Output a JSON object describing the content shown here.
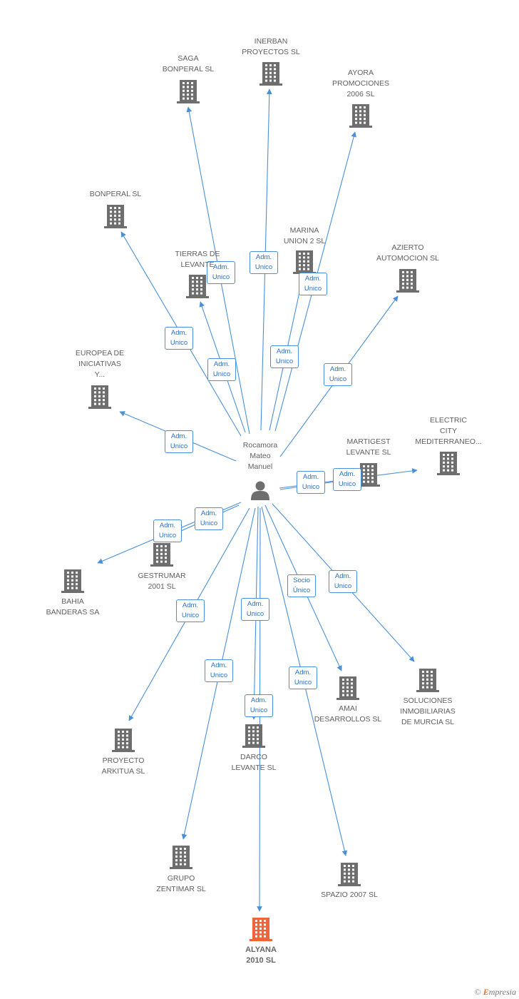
{
  "center": {
    "lines": [
      "Rocamora",
      "Mateo",
      "Manuel"
    ]
  },
  "companies": [
    {
      "id": "saga",
      "lines": [
        "SAGA",
        "BONPERAL SL"
      ]
    },
    {
      "id": "inerban",
      "lines": [
        "INERBAN",
        "PROYECTOS SL"
      ]
    },
    {
      "id": "ayora",
      "lines": [
        "AYORA",
        "PROMOCIONES",
        "2006 SL"
      ]
    },
    {
      "id": "bonperal",
      "lines": [
        "BONPERAL SL"
      ]
    },
    {
      "id": "tierras",
      "lines": [
        "TIERRAS DE",
        "LEVANTE"
      ]
    },
    {
      "id": "marina",
      "lines": [
        "MARINA",
        "UNION 2 SL"
      ]
    },
    {
      "id": "azierto",
      "lines": [
        "AZIERTO",
        "AUTOMOCION SL"
      ]
    },
    {
      "id": "europea",
      "lines": [
        "EUROPEA DE",
        "INICIATIVAS",
        "Y..."
      ]
    },
    {
      "id": "martigest",
      "lines": [
        "MARTIGEST",
        "LEVANTE SL"
      ]
    },
    {
      "id": "electric",
      "lines": [
        "ELECTRIC",
        "CITY",
        "MEDITERRANEO..."
      ]
    },
    {
      "id": "gestrumar",
      "lines": [
        "GESTRUMAR",
        "2001 SL"
      ]
    },
    {
      "id": "bahia",
      "lines": [
        "BAHIA",
        "BANDERAS SA"
      ]
    },
    {
      "id": "amai",
      "lines": [
        "AMAI",
        "DESARROLLOS SL"
      ]
    },
    {
      "id": "soluciones",
      "lines": [
        "SOLUCIONES",
        "INMOBILIARIAS",
        "DE MURCIA SL"
      ]
    },
    {
      "id": "proyecto",
      "lines": [
        "PROYECTO",
        "ARKITUA SL"
      ]
    },
    {
      "id": "darco",
      "lines": [
        "DARCO",
        "LEVANTE SL"
      ]
    },
    {
      "id": "zentimar",
      "lines": [
        "GRUPO",
        "ZENTIMAR SL"
      ]
    },
    {
      "id": "spazio",
      "lines": [
        "SPAZIO 2007 SL"
      ]
    },
    {
      "id": "alyana",
      "lines": [
        "ALYANA",
        "2010 SL"
      ],
      "highlight": true
    }
  ],
  "edges": [
    {
      "to": "saga",
      "role": [
        "Adm.",
        "Unico"
      ]
    },
    {
      "to": "inerban",
      "role": [
        "Adm.",
        "Unico"
      ]
    },
    {
      "to": "ayora",
      "role": [
        "Adm.",
        "Unico"
      ]
    },
    {
      "to": "bonperal",
      "role": [
        "Adm.",
        "Unico"
      ]
    },
    {
      "to": "tierras",
      "role": [
        "Adm.",
        "Unico"
      ]
    },
    {
      "to": "marina",
      "role": [
        "Adm.",
        "Unico"
      ]
    },
    {
      "to": "azierto",
      "role": [
        "Adm.",
        "Unico"
      ]
    },
    {
      "to": "europea",
      "role": [
        "Adm.",
        "Unico"
      ]
    },
    {
      "to": "martigest",
      "role": [
        "Adm.",
        "Unico"
      ]
    },
    {
      "to": "electric",
      "role": [
        "Adm.",
        "Unico"
      ]
    },
    {
      "to": "gestrumar",
      "role": [
        "Adm.",
        "Unico"
      ]
    },
    {
      "to": "bahia",
      "role": [
        "Adm.",
        "Unico"
      ]
    },
    {
      "to": "amai",
      "role": [
        "Socio",
        "Único"
      ]
    },
    {
      "to": "soluciones",
      "role": [
        "Adm.",
        "Unico"
      ]
    },
    {
      "to": "proyecto",
      "role": [
        "Adm.",
        "Unico"
      ]
    },
    {
      "to": "darco",
      "role": [
        "Adm.",
        "Unico"
      ]
    },
    {
      "to": "zentimar",
      "role": [
        "Adm.",
        "Unico"
      ]
    },
    {
      "to": "spazio",
      "role": [
        "Adm.",
        "Unico"
      ]
    },
    {
      "to": "alyana",
      "role": [
        "Adm.",
        "Unico"
      ]
    }
  ],
  "colors": {
    "edge": "#4a90d9",
    "building": "#6e6e6e",
    "highlight": "#f0643a",
    "person": "#6e6e6e"
  },
  "icons": {
    "company": "building-icon",
    "person": "person-icon"
  },
  "footer": {
    "symbol": "©",
    "brand_initial": "E",
    "brand_rest": "mpresia"
  }
}
